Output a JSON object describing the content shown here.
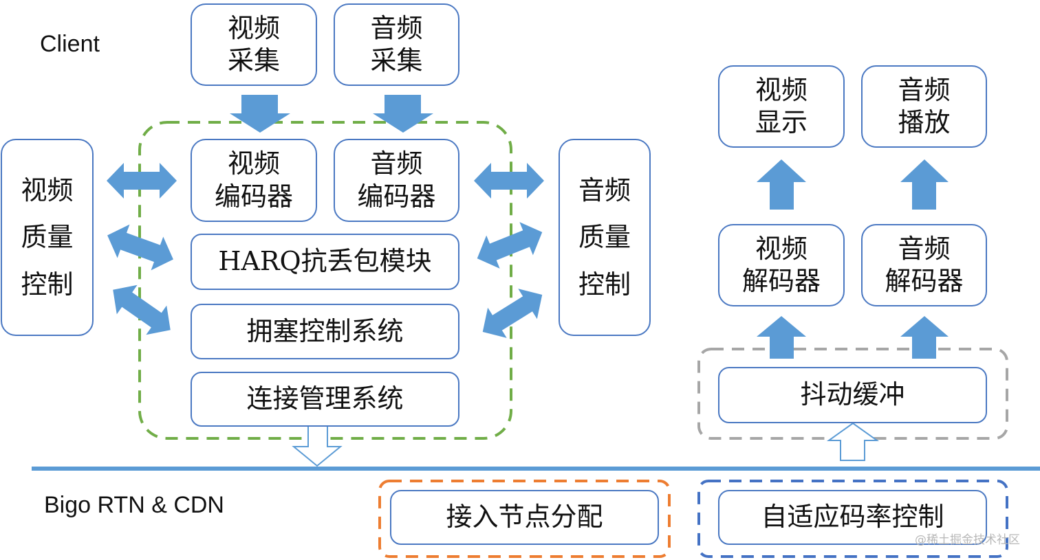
{
  "sections": {
    "client_label": "Client",
    "network_label": "Bigo RTN & CDN"
  },
  "client": {
    "video_capture": "视频\n采集",
    "audio_capture": "音频\n采集",
    "video_encoder": "视频\n编码器",
    "audio_encoder": "音频\n编码器",
    "harq": "HARQ抗丢包模块",
    "congestion": "拥塞控制系统",
    "connection": "连接管理系统",
    "video_quality": "视频\n质量\n控制",
    "audio_quality": "音频\n质量\n控制"
  },
  "receiver": {
    "video_display": "视频\n显示",
    "audio_play": "音频\n播放",
    "video_decoder": "视频\n解码器",
    "audio_decoder": "音频\n解码器",
    "jitter_buffer": "抖动缓冲"
  },
  "network": {
    "node_allocation": "接入节点分配",
    "abr_control": "自适应码率控制"
  },
  "colors": {
    "box_border": "#4a78c2",
    "arrow_fill": "#5b9bd5",
    "divider": "#5b9bd5",
    "client_group": "#70ad47",
    "jitter_group": "#a6a6a6",
    "node_group": "#ed7d31",
    "abr_group": "#4472c4"
  },
  "watermark": "@稀土掘金技术社区"
}
